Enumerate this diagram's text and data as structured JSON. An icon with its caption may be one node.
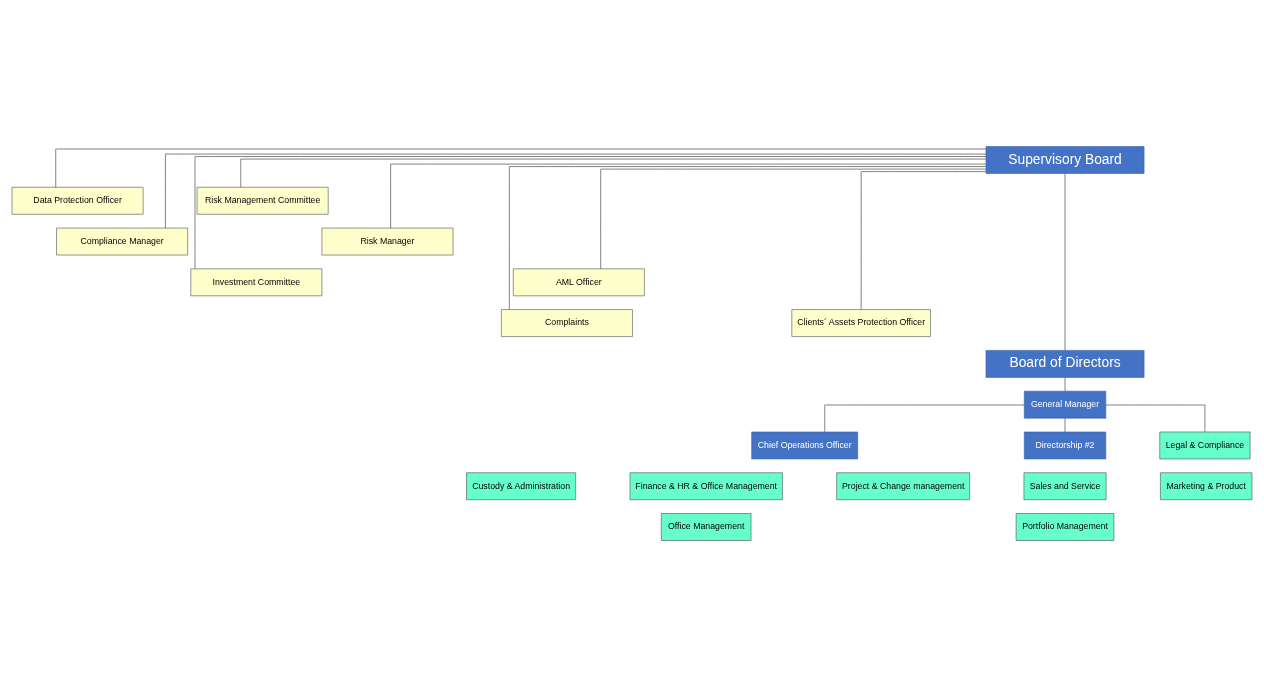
{
  "diagram": {
    "nodes": [
      {
        "text": [
          "Supervisory Board"
        ]
      },
      {
        "text": [
          "Data Protection Officer"
        ]
      },
      {
        "text": [
          "Risk Management Committee"
        ]
      },
      {
        "text": [
          "Compliance Manager"
        ]
      },
      {
        "text": [
          "Risk Manager"
        ]
      },
      {
        "text": [
          "Investment Committee"
        ]
      },
      {
        "text": [
          "AML Officer"
        ]
      },
      {
        "text": [
          "Complaints"
        ]
      },
      {
        "text": [
          "Clients´ Assets Protection Officer"
        ]
      },
      {
        "text": [
          "Board of Directors"
        ]
      },
      {
        "text": [
          "General Manager"
        ]
      },
      {
        "text": [
          "Chief Operations Officer"
        ]
      },
      {
        "text": [
          "Directorship #2"
        ]
      },
      {
        "text": [
          "Custody & Administration"
        ]
      },
      {
        "text": [
          "Finance & HR & Office Management"
        ]
      },
      {
        "text": [
          "Project & Change management"
        ]
      },
      {
        "text": [
          "Legal & Compliance"
        ]
      },
      {
        "text": [
          "Sales and Service"
        ]
      },
      {
        "text": [
          "Marketing & Product"
        ]
      },
      {
        "text": [
          "Office Management"
        ]
      },
      {
        "text": [
          "Portfolio Management"
        ]
      }
    ],
    "edges": [
      {
        "from": 0,
        "to": 1,
        "arrow": "none"
      },
      {
        "from": 0,
        "to": 2,
        "arrow": "none"
      },
      {
        "from": 0,
        "to": 3,
        "arrow": "none"
      },
      {
        "from": 0,
        "to": 4,
        "arrow": "none"
      },
      {
        "from": 0,
        "to": 5,
        "arrow": "none"
      },
      {
        "from": 0,
        "to": 6,
        "arrow": "none"
      },
      {
        "from": 0,
        "to": 7,
        "arrow": "none"
      },
      {
        "from": 0,
        "to": 8,
        "arrow": "none"
      },
      {
        "from": 0,
        "to": 9,
        "arrow": "none"
      },
      {
        "from": 9,
        "to": 10,
        "arrow": "none"
      },
      {
        "from": 10,
        "to": 11,
        "arrow": "none"
      },
      {
        "from": 10,
        "to": 12,
        "arrow": "none"
      },
      {
        "from": 10,
        "to": 16,
        "arrow": "none"
      }
    ]
  }
}
